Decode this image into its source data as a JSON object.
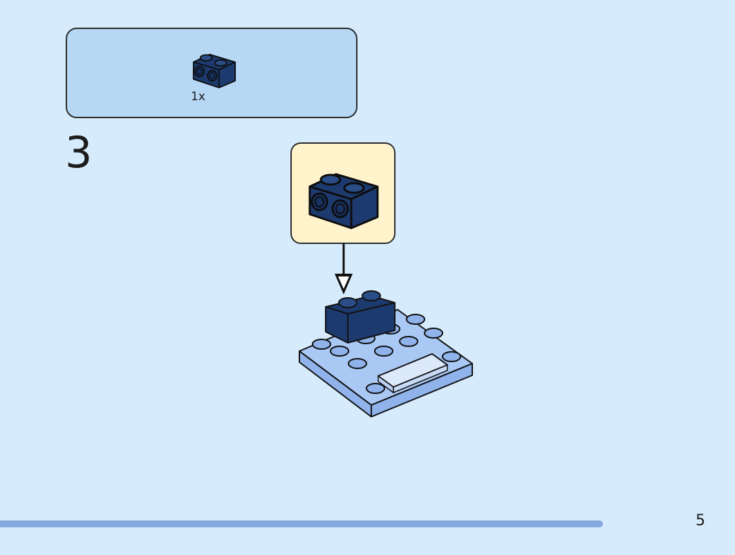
{
  "parts_list": {
    "items": [
      {
        "part": "brick-1x2-with-studs-on-side",
        "color": "#1d3a6e",
        "quantity": "1x"
      }
    ]
  },
  "step": {
    "number": "3"
  },
  "callout": {
    "part": "brick-1x2-with-studs-on-side",
    "color": "#1d3a6e"
  },
  "model": {
    "plate_color": "#a9c8f4",
    "tile_color": "#dce9fb"
  },
  "footer": {
    "page_number": "5",
    "progress": 0.906
  },
  "colors": {
    "background": "#d6ebfb",
    "parts_box": "#b6d8f5",
    "callout_box": "#fff3cc",
    "brick_dark_blue": "#1d3a6e",
    "progress_bar": "#86a9e0"
  }
}
